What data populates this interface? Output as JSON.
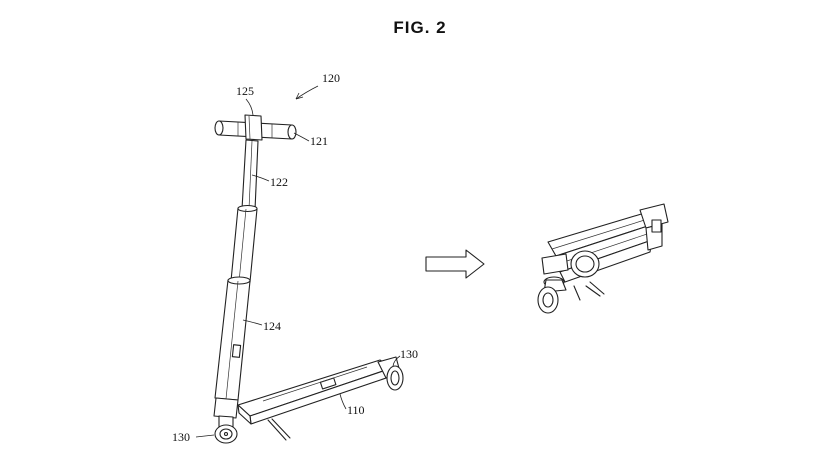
{
  "figure": {
    "title": "FIG. 2",
    "labels": {
      "l120": "120",
      "l125": "125",
      "l121": "121",
      "l122": "122",
      "l124": "124",
      "l130_top": "130",
      "l110": "110",
      "l130_bottom": "130"
    },
    "icons": {
      "arrow": "right-arrow-icon"
    }
  }
}
